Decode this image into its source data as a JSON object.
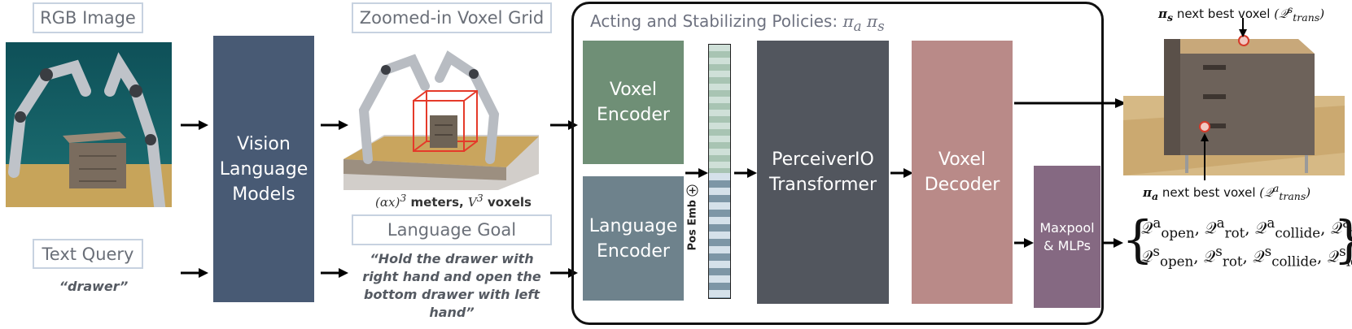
{
  "labels": {
    "rgb_image": "RGB Image",
    "text_query": "Text Query",
    "zoomed_voxel_grid": "Zoomed-in Voxel Grid",
    "language_goal": "Language Goal"
  },
  "blocks": {
    "vlm": "Vision\nLanguage\nModels",
    "voxel_encoder": "Voxel\nEncoder",
    "language_encoder": "Language\nEncoder",
    "perceiver": "PerceiverIO\nTransformer",
    "voxel_decoder": "Voxel\nDecoder",
    "maxpool": "Maxpool\n& MLPs"
  },
  "text": {
    "query_value": "“drawer”",
    "goal_value": "“Hold the drawer with right hand and open the bottom drawer with left hand”",
    "grid_caption_unit1": " meters, ",
    "grid_caption_unit2": " voxels",
    "policies_title": "Acting and Stabilizing Policies: ",
    "pos_emb": "Pos Emb",
    "next_best_voxel": "next best voxel"
  },
  "colors": {
    "vlm": "#485a74",
    "voxel_encoder": "#6f8f76",
    "language_encoder": "#6e828c",
    "perceiver": "#52565e",
    "voxel_decoder": "#b98a88",
    "maxpool": "#856982",
    "pos_emb_light": "#cfe0d8",
    "pos_emb_mid": "#a8c4b3",
    "pos_emb_blue": "#7d96a6"
  },
  "icons": [
    "arrow-right-icon",
    "plus-circle-icon"
  ]
}
